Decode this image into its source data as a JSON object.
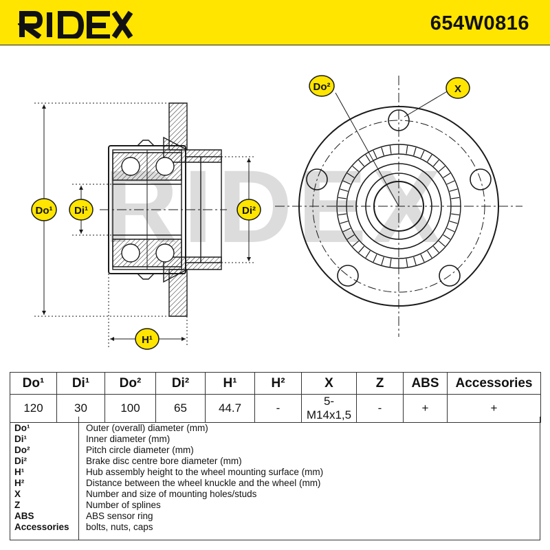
{
  "header": {
    "brand": "RIDEX",
    "part_number": "654W0816"
  },
  "drawing": {
    "watermark": "RIDEX",
    "labels": {
      "do1": "Do¹",
      "di1": "Di¹",
      "di2": "Di²",
      "h1": "H¹",
      "do2": "Do²",
      "x": "X"
    }
  },
  "table": {
    "headers": [
      "Do¹",
      "Di¹",
      "Do²",
      "Di²",
      "H¹",
      "H²",
      "X",
      "Z",
      "ABS",
      "Accessories"
    ],
    "values": [
      "120",
      "30",
      "100",
      "65",
      "44.7",
      "-",
      "5-M14x1,5",
      "-",
      "+",
      "+"
    ]
  },
  "legend": [
    {
      "term": "Do¹",
      "desc": "Outer (overall) diameter (mm)"
    },
    {
      "term": "Di¹",
      "desc": "Inner diameter (mm)"
    },
    {
      "term": "Do²",
      "desc": "Pitch circle diameter (mm)"
    },
    {
      "term": "Di²",
      "desc": "Brake disc centre bore diameter (mm)"
    },
    {
      "term": "H¹",
      "desc": "Hub assembly height to the wheel mounting surface (mm)"
    },
    {
      "term": "H²",
      "desc": "Distance between the wheel knuckle and the wheel (mm)"
    },
    {
      "term": "X",
      "desc": "Number and size of mounting holes/studs"
    },
    {
      "term": "Z",
      "desc": "Number of splines"
    },
    {
      "term": "ABS",
      "desc": "ABS sensor ring"
    },
    {
      "term": "Accessories",
      "desc": "bolts, nuts, caps"
    }
  ],
  "colors": {
    "brand_yellow": "#ffe500",
    "line": "#1a1a1a",
    "watermark": "#d9d9d9"
  }
}
